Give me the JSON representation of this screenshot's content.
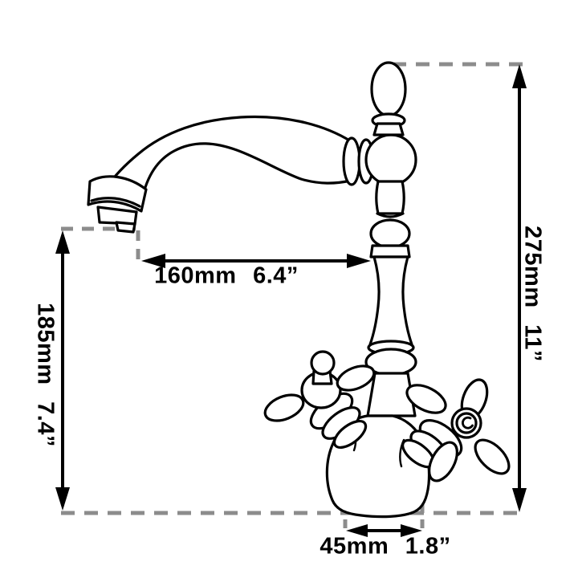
{
  "diagram": {
    "subject": "faucet-technical-drawing",
    "colors": {
      "background": "#ffffff",
      "outline": "#000000",
      "dimension_line": "#000000",
      "dashed_guide": "#8c8c8c",
      "text": "#000000"
    },
    "labels": {
      "total_height": "275mm 11”",
      "spout_height": "185mm 7.4”",
      "spout_reach": "160mm 6.4”",
      "base_width": "45mm 1.8”"
    }
  }
}
